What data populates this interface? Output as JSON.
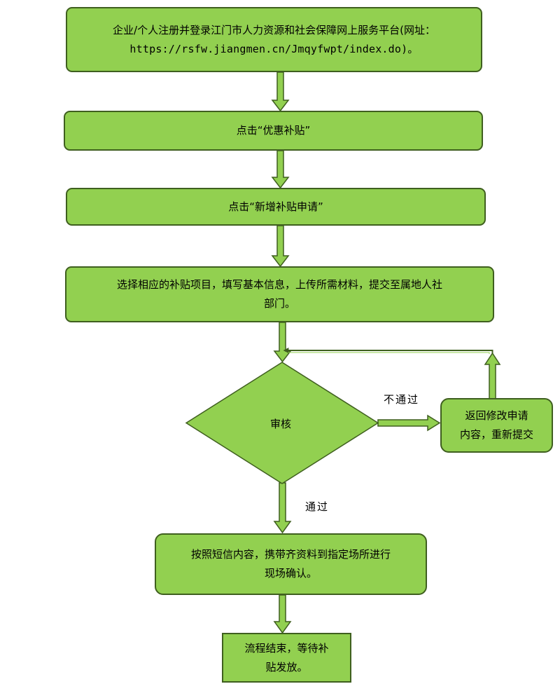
{
  "steps": {
    "register": {
      "line1": "企业/个人注册并登录江门市人力资源和社会保障网上服务平台(网址：",
      "line2": "https://rsfw.jiangmen.cn/Jmqyfwpt/index.do)。"
    },
    "click_subsidy": "点击“优惠补贴”",
    "click_new_application": "点击“新增补贴申请”",
    "select_project": {
      "line1": "选择相应的补贴项目，填写基本信息，上传所需材料，提交至属地人社",
      "line2": "部门。"
    },
    "review": "审核",
    "return_modify": {
      "line1": "返回修改申请",
      "line2": "内容，重新提交"
    },
    "onsite_confirm": {
      "line1": "按照短信内容，携带齐资料到指定场所进行",
      "line2": "现场确认。"
    },
    "end": {
      "line1": "流程结束，等待补",
      "line2": "贴发放。"
    }
  },
  "labels": {
    "not_passed": "不通过",
    "passed": "通过"
  },
  "colors": {
    "fill": "#92d050",
    "stroke": "#3f5f1f"
  }
}
